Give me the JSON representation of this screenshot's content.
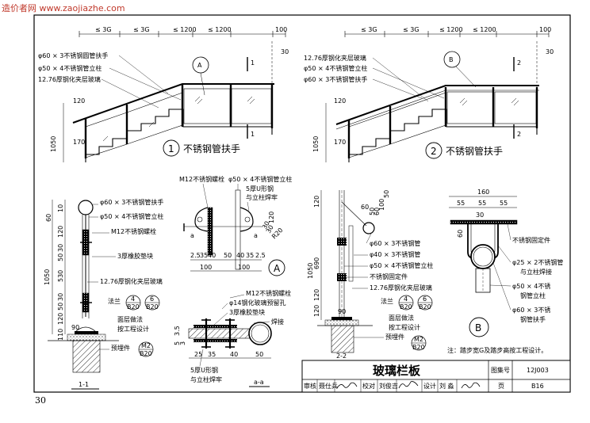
{
  "watermark": "造价者网 www.zaojiazhe.com",
  "page_number": "30",
  "view1": {
    "circle": "1",
    "title": "不锈钢管扶手",
    "detail_ref": "A",
    "section_mark": "1",
    "dims_top": [
      "≤ 3G",
      "≤ 3G",
      "≤ 1200",
      "≤ 1200",
      "100"
    ],
    "dim_30": "30",
    "dim_120": "120",
    "dim_170": "170",
    "dim_1050": "1050",
    "callouts": [
      "φ60 × 3不锈钢圆管扶手",
      "φ50 × 4不锈钢管立柱",
      "12.76厚钢化夹层玻璃"
    ]
  },
  "view2": {
    "circle": "2",
    "title": "不锈钢管扶手",
    "detail_ref": "B",
    "section_mark": "2",
    "dims_top": [
      "≤ 3G",
      "≤ 3G",
      "≤ 1200",
      "≤ 1200",
      "100"
    ],
    "dim_30": "30",
    "dim_120": "120",
    "dim_170": "170",
    "dim_1050": "1050",
    "callouts": [
      "12.76厚钢化夹层玻璃",
      "φ50 × 4不锈钢管立柱",
      "φ60 × 3不锈钢管扶手"
    ]
  },
  "section11": {
    "title": "1-1",
    "callouts": [
      "φ60 × 3不锈钢管扶手",
      "φ50 × 4不锈钢管立柱",
      "M12不锈钢螺栓",
      "3厚橡胶垫块",
      "12.76厚钢化夹层玻璃",
      "面层做法",
      "按工程设计",
      "预埋件"
    ],
    "flange": "法兰",
    "ref1_top": "4",
    "ref1_bot": "B20",
    "ref2_top": "6",
    "ref2_bot": "B20",
    "ref3_top": "M2",
    "ref3_bot": "B20",
    "vdims": [
      "60",
      "10",
      "120",
      "30",
      "50",
      "530",
      "30",
      "50",
      "120",
      "110"
    ],
    "total": "1050",
    "bottom": "90"
  },
  "detailA": {
    "label": "A",
    "callouts": [
      "M12不锈钢螺栓",
      "φ50 × 4不锈钢管立柱",
      "5厚U形钢",
      "与立柱焊牢"
    ],
    "dims_bottom": [
      "2.5",
      "35",
      "40",
      "50",
      "40",
      "35",
      "2.5"
    ],
    "dims_100": [
      "100",
      "100"
    ],
    "dims_side": [
      "120",
      "30",
      "30",
      "R20"
    ],
    "section_a": "a"
  },
  "sectionAA": {
    "title": "a-a",
    "callouts": [
      "M12不锈钢螺栓",
      "φ14钢化玻璃预留孔",
      "3厚橡胶垫块",
      "焊接",
      "5厚U形钢",
      "与立柱焊牢"
    ],
    "dims_bottom": [
      "25",
      "35",
      "40",
      "50"
    ],
    "dims_side": [
      "3.5",
      "5",
      "3"
    ]
  },
  "section22": {
    "title": "2-2",
    "callouts": [
      "φ60 × 3不锈钢管",
      "φ40 × 3不锈钢管",
      "φ50 × 4不锈钢管立柱",
      "不锈钢固定件",
      "12.76厚钢化夹层玻璃",
      "面层做法",
      "按工程设计",
      "预埋件"
    ],
    "flange": "法兰",
    "ref1_top": "4",
    "ref1_bot": "B20",
    "ref2_top": "6",
    "ref2_bot": "B20",
    "ref3_top": "M2",
    "ref3_bot": "B20",
    "vdims": [
      "120",
      "690",
      "120",
      "120"
    ],
    "dims_top": [
      "60",
      "50",
      "60",
      "100",
      "50"
    ],
    "total": "1050",
    "bottom": "90"
  },
  "detailB": {
    "label": "B",
    "dims_top": [
      "160",
      "55",
      "55",
      "55",
      "30",
      "60"
    ],
    "callouts": [
      "不锈钢固定件",
      "φ25 × 2不锈钢管",
      "与立柱焊接",
      "φ50 × 4不锈",
      "钢管立柱",
      "φ60 × 3不锈",
      "钢管扶手"
    ]
  },
  "note": "注：踏步宽G及踏步高按工程设计。",
  "titleblock": {
    "title": "玻璃栏板",
    "atlas_label": "图集号",
    "atlas_value": "12J003",
    "page_label": "页",
    "page_value": "B16",
    "row": [
      "审核",
      "聂仕兵",
      "校对",
      "刘俊吉",
      "设计",
      "刘 淼"
    ]
  }
}
